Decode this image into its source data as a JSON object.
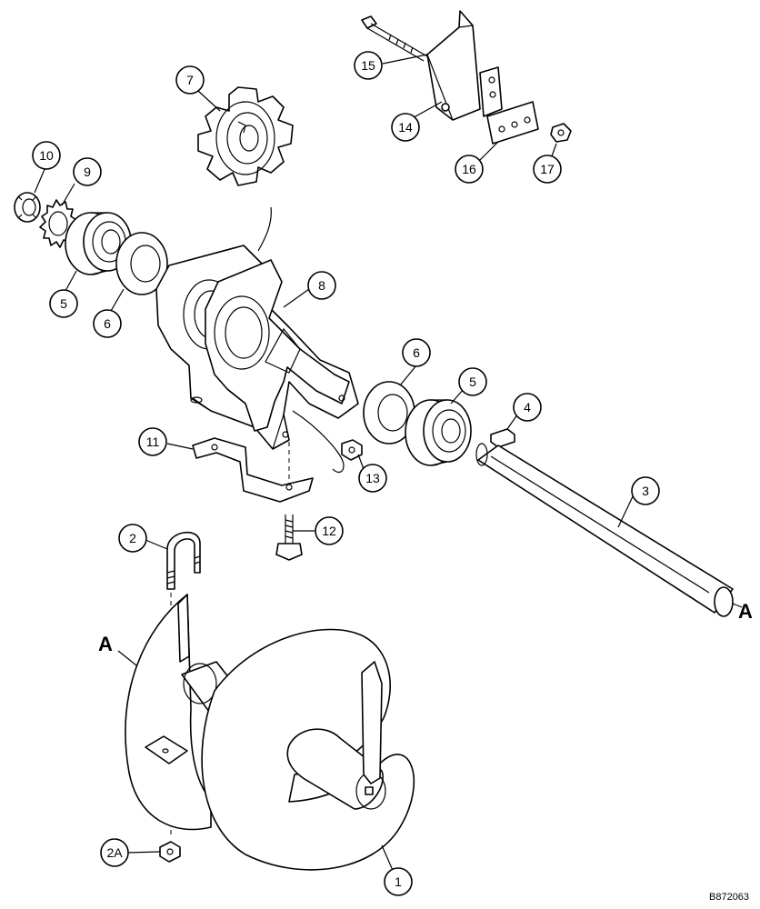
{
  "diagram_code": "B872063",
  "ref_labels": {
    "shaft_end": "A",
    "auger_end": "A"
  },
  "callouts": {
    "c1": "1",
    "c2": "2",
    "c2a": "2A",
    "c3": "3",
    "c4": "4",
    "c5a": "5",
    "c5b": "5",
    "c6a": "6",
    "c6b": "6",
    "c7": "7",
    "c8": "8",
    "c9": "9",
    "c10": "10",
    "c11": "11",
    "c12": "12",
    "c13": "13",
    "c14": "14",
    "c15": "15",
    "c16": "16",
    "c17": "17"
  }
}
